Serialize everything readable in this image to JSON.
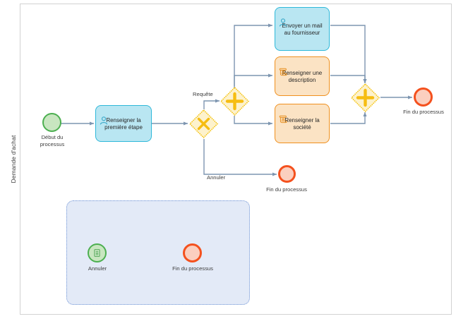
{
  "diagram": {
    "type": "bpmn-process",
    "pool": {
      "lane_label": "Demande d'achat"
    },
    "events": [
      {
        "id": "start-main",
        "kind": "start-event",
        "label": "Début du\nprocessus",
        "color": "#c8e6c0",
        "border_color": "#4caf50"
      },
      {
        "id": "end-main",
        "kind": "end-event",
        "label": "Fin du processus",
        "color": "#fbcfbf",
        "border_color": "#f4511e"
      },
      {
        "id": "end-annuler",
        "kind": "end-event",
        "label": "Fin du processus",
        "color": "#fbcfbf",
        "border_color": "#f4511e"
      },
      {
        "id": "sub-start-annuler",
        "kind": "start-event-form",
        "label": "Annuler",
        "color": "#c8e6c0",
        "border_color": "#4caf50"
      },
      {
        "id": "sub-end",
        "kind": "end-event",
        "label": "Fin du processus",
        "color": "#fbcfbf",
        "border_color": "#f4511e"
      }
    ],
    "tasks": [
      {
        "id": "task-premiere-etape",
        "kind": "user-task",
        "label": "Renseigner la\npremière étape",
        "icon": "user-icon",
        "fill": "#b9e6f2",
        "border_color": "#2eb8d9"
      },
      {
        "id": "task-mail-fournisseur",
        "kind": "user-task",
        "label": "Envoyer un mail\nau fournisseur",
        "icon": "user-icon",
        "fill": "#b9e6f2",
        "border_color": "#2eb8d9"
      },
      {
        "id": "task-description",
        "kind": "script-task",
        "label": "Renseigner une\ndescription",
        "icon": "script-icon",
        "fill": "#fbe3c4",
        "border_color": "#f0901e"
      },
      {
        "id": "task-societe",
        "kind": "script-task",
        "label": "Renseigner la\nsociété",
        "icon": "script-icon",
        "fill": "#fbe3c4",
        "border_color": "#f0901e"
      }
    ],
    "gateways": [
      {
        "id": "gw-exclusive",
        "kind": "exclusive-gateway",
        "symbol": "X",
        "fill": "#fdf2cd",
        "border_color": "#f5c518",
        "symbol_color": "#f6bd11"
      },
      {
        "id": "gw-parallel-split",
        "kind": "parallel-gateway",
        "symbol": "+",
        "fill": "#fdf2cd",
        "border_color": "#f5c518",
        "symbol_color": "#f6bd11"
      },
      {
        "id": "gw-parallel-join",
        "kind": "parallel-gateway",
        "symbol": "+",
        "fill": "#fdf2cd",
        "border_color": "#f5c518",
        "symbol_color": "#f6bd11"
      }
    ],
    "flow_labels": [
      {
        "id": "flow-requete",
        "text": "Requête"
      },
      {
        "id": "flow-annuler",
        "text": "Annuler"
      }
    ],
    "subprocess": {
      "id": "subprocess-annuler",
      "fill": "#e3eaf7",
      "border_color": "#6e93d6"
    },
    "connector_color": "#7d95b0"
  }
}
